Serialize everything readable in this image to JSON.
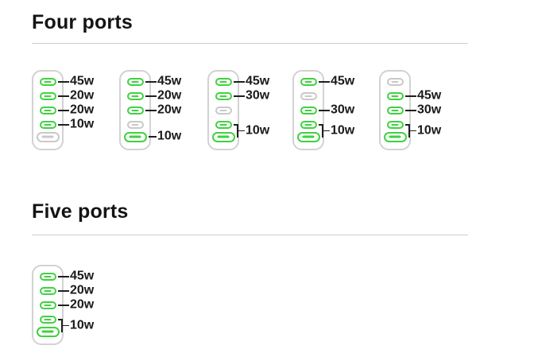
{
  "colors": {
    "background": "#ffffff",
    "title_text": "#141414",
    "label_text": "#1a1a1a",
    "divider": "#cccccc",
    "device_outline": "#d2d2d2",
    "port_active": "#3fd23f",
    "port_inactive": "#c9c9c9",
    "connector_line": "#1f1f1f"
  },
  "sections": [
    {
      "title": "Four ports",
      "devices": [
        {
          "id": "four-ports-option-1",
          "ports": [
            {
              "size": "small",
              "state": "active",
              "label": "45w"
            },
            {
              "size": "small",
              "state": "active",
              "label": "20w"
            },
            {
              "size": "small",
              "state": "active",
              "label": "20w"
            },
            {
              "size": "small",
              "state": "active",
              "label": "10w"
            },
            {
              "size": "wide",
              "state": "inactive",
              "label": null
            }
          ]
        },
        {
          "id": "four-ports-option-2",
          "ports": [
            {
              "size": "small",
              "state": "active",
              "label": "45w"
            },
            {
              "size": "small",
              "state": "active",
              "label": "20w"
            },
            {
              "size": "small",
              "state": "active",
              "label": "20w"
            },
            {
              "size": "small",
              "state": "inactive",
              "label": null
            },
            {
              "size": "wide",
              "state": "active",
              "label": "10w"
            }
          ]
        },
        {
          "id": "four-ports-option-3",
          "shared_label": "10w",
          "ports": [
            {
              "size": "small",
              "state": "active",
              "label": "45w"
            },
            {
              "size": "small",
              "state": "active",
              "label": "30w"
            },
            {
              "size": "small",
              "state": "inactive",
              "label": null
            },
            {
              "size": "small",
              "state": "active",
              "grouped": true
            },
            {
              "size": "wide",
              "state": "active",
              "grouped": true
            }
          ]
        },
        {
          "id": "four-ports-option-4",
          "shared_label": "10w",
          "ports": [
            {
              "size": "small",
              "state": "active",
              "label": "45w"
            },
            {
              "size": "small",
              "state": "inactive",
              "label": null
            },
            {
              "size": "small",
              "state": "active",
              "label": "30w"
            },
            {
              "size": "small",
              "state": "active",
              "grouped": true
            },
            {
              "size": "wide",
              "state": "active",
              "grouped": true
            }
          ]
        },
        {
          "id": "four-ports-option-5",
          "shared_label": "10w",
          "ports": [
            {
              "size": "small",
              "state": "inactive",
              "label": null
            },
            {
              "size": "small",
              "state": "active",
              "label": "45w"
            },
            {
              "size": "small",
              "state": "active",
              "label": "30w"
            },
            {
              "size": "small",
              "state": "active",
              "grouped": true
            },
            {
              "size": "wide",
              "state": "active",
              "grouped": true
            }
          ]
        }
      ]
    },
    {
      "title": "Five ports",
      "devices": [
        {
          "id": "five-ports-option-1",
          "shared_label": "10w",
          "ports": [
            {
              "size": "small",
              "state": "active",
              "label": "45w"
            },
            {
              "size": "small",
              "state": "active",
              "label": "20w"
            },
            {
              "size": "small",
              "state": "active",
              "label": "20w"
            },
            {
              "size": "small",
              "state": "active",
              "grouped": true
            },
            {
              "size": "wide",
              "state": "active",
              "grouped": true
            }
          ]
        }
      ]
    }
  ]
}
